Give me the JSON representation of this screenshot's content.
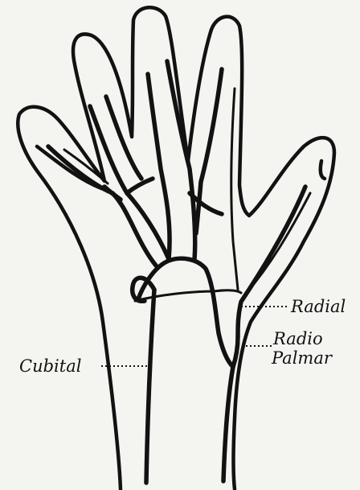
{
  "labels": {
    "radial": "Radial",
    "radio_palmar_line1": "Radio",
    "radio_palmar_line2": "Palmar",
    "cubital": "Cubital"
  },
  "colors": {
    "ink": "#121212",
    "paper": "#f4f4f1"
  }
}
